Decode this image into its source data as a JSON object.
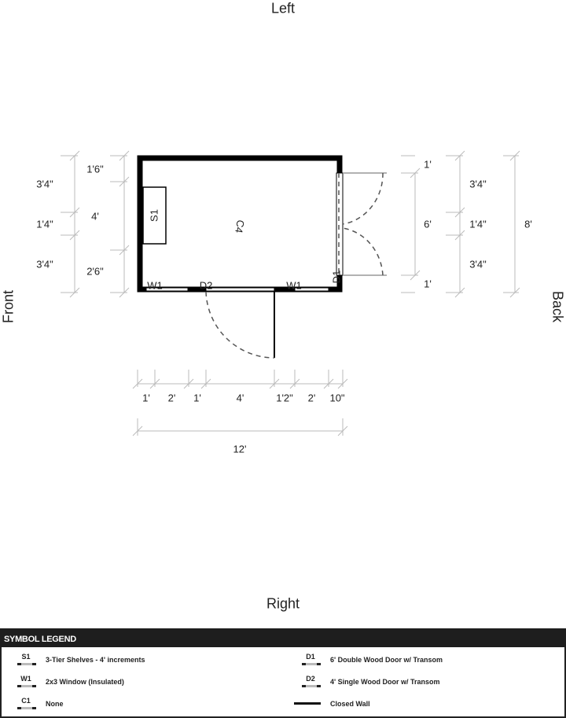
{
  "sides": {
    "top": "Left",
    "bottom": "Right",
    "left": "Front",
    "right": "Back"
  },
  "plan": {
    "shelf": "S1",
    "center_tag": "C4",
    "windows": [
      "W1",
      "W1"
    ],
    "door_front": "D2",
    "door_back": "D1"
  },
  "dims": {
    "left_outer": [
      "3'4\"",
      "1'4\"",
      "3'4\""
    ],
    "left_inner": [
      "1'6\"",
      "4'",
      "2'6\""
    ],
    "right_inner": [
      "1'",
      "6'",
      "1'"
    ],
    "right_mid": [
      "3'4\"",
      "1'4\"",
      "3'4\""
    ],
    "right_total": "8'",
    "bottom": [
      "1'",
      "2'",
      "1'",
      "4'",
      "1'2\"",
      "2'",
      "10\""
    ],
    "bottom_total": "12'"
  },
  "legend": {
    "title": "SYMBOL LEGEND",
    "items": [
      {
        "code": "S1",
        "label": "3-Tier Shelves - 4' increments"
      },
      {
        "code": "W1",
        "label": "2x3 Window (Insulated)"
      },
      {
        "code": "C1",
        "label": "None"
      },
      {
        "code": "D1",
        "label": "6' Double Wood Door w/ Transom"
      },
      {
        "code": "D2",
        "label": "4' Single Wood Door w/ Transom"
      },
      {
        "code": "",
        "label": "Closed Wall"
      }
    ]
  }
}
